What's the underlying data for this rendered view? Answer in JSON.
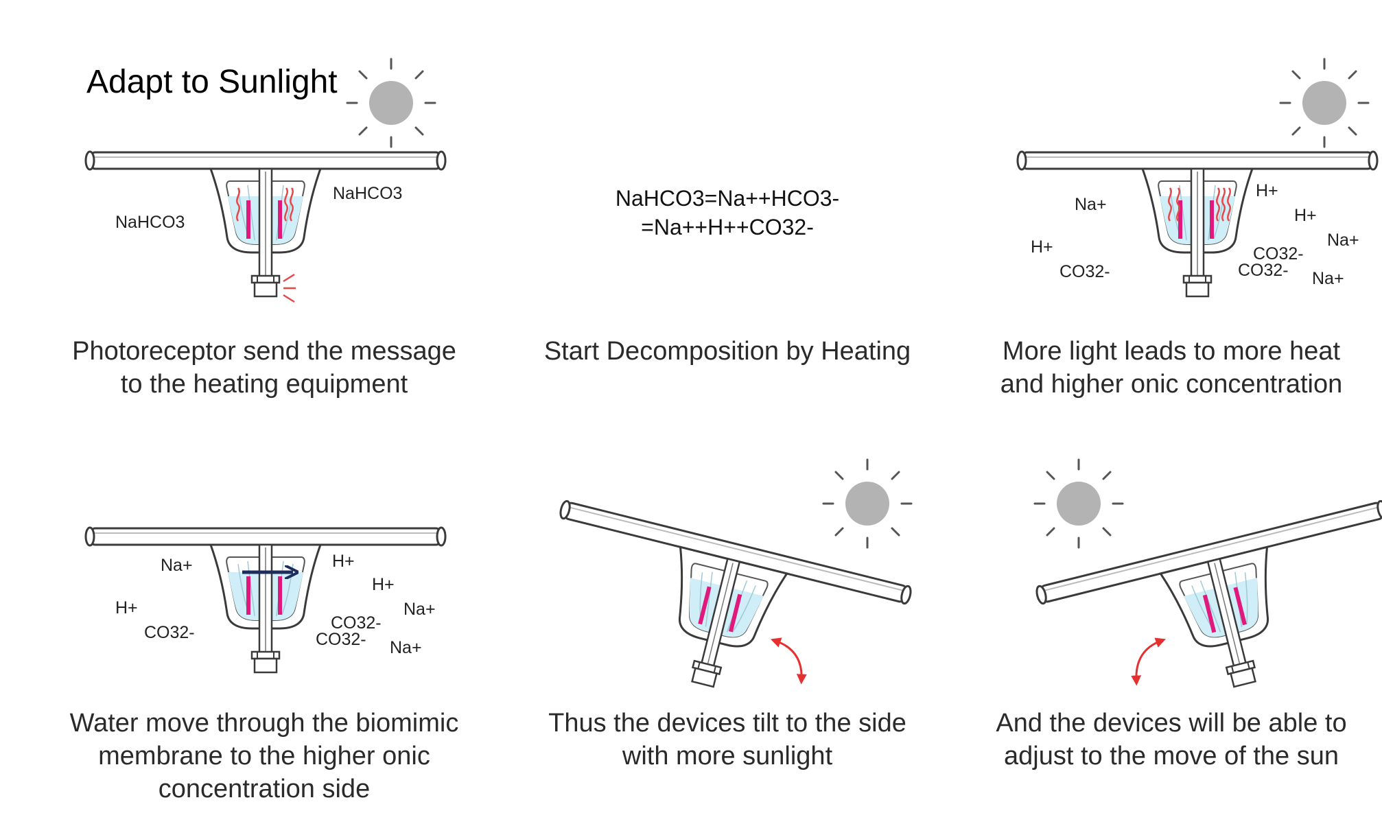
{
  "title": "Adapt to Sunlight",
  "panels": {
    "p1": {
      "left_label": "NaHCO3",
      "right_label": "NaHCO3",
      "caption_1": "Photoreceptor send the message",
      "caption_2": "to the heating equipment"
    },
    "p2": {
      "equation_1": "NaHCO3=Na++HCO3-",
      "equation_2": "=Na++H++CO32-",
      "caption_1": "Start Decomposition by Heating"
    },
    "p3": {
      "ions_left": [
        "Na+",
        "H+",
        "CO32-"
      ],
      "ions_right": [
        "H+",
        "H+",
        "Na+",
        "CO32-",
        "CO32-",
        "Na+"
      ],
      "caption_1": "More light leads to more heat",
      "caption_2": "and higher onic concentration"
    },
    "p4": {
      "ions_left": [
        "Na+",
        "H+",
        "CO32-"
      ],
      "ions_right": [
        "H+",
        "H+",
        "Na+",
        "CO32-",
        "CO32-",
        "Na+"
      ],
      "caption_1": "Water move through the biomimic",
      "caption_2": "membrane to the higher onic",
      "caption_3": "concentration side"
    },
    "p5": {
      "caption_1": "Thus the devices tilt to the side",
      "caption_2": "with more sunlight"
    },
    "p6": {
      "caption_1": "And the devices will be able to",
      "caption_2": "adjust to the move of the sun"
    }
  },
  "colors": {
    "sun": "#b3b3b3",
    "water": "#cfeef7",
    "pink_rod": "#e0197d",
    "heat": "#e8474a",
    "arrow_red": "#e53030",
    "arrow_navy": "#1e2d5c",
    "outline": "#3a3a3a"
  }
}
